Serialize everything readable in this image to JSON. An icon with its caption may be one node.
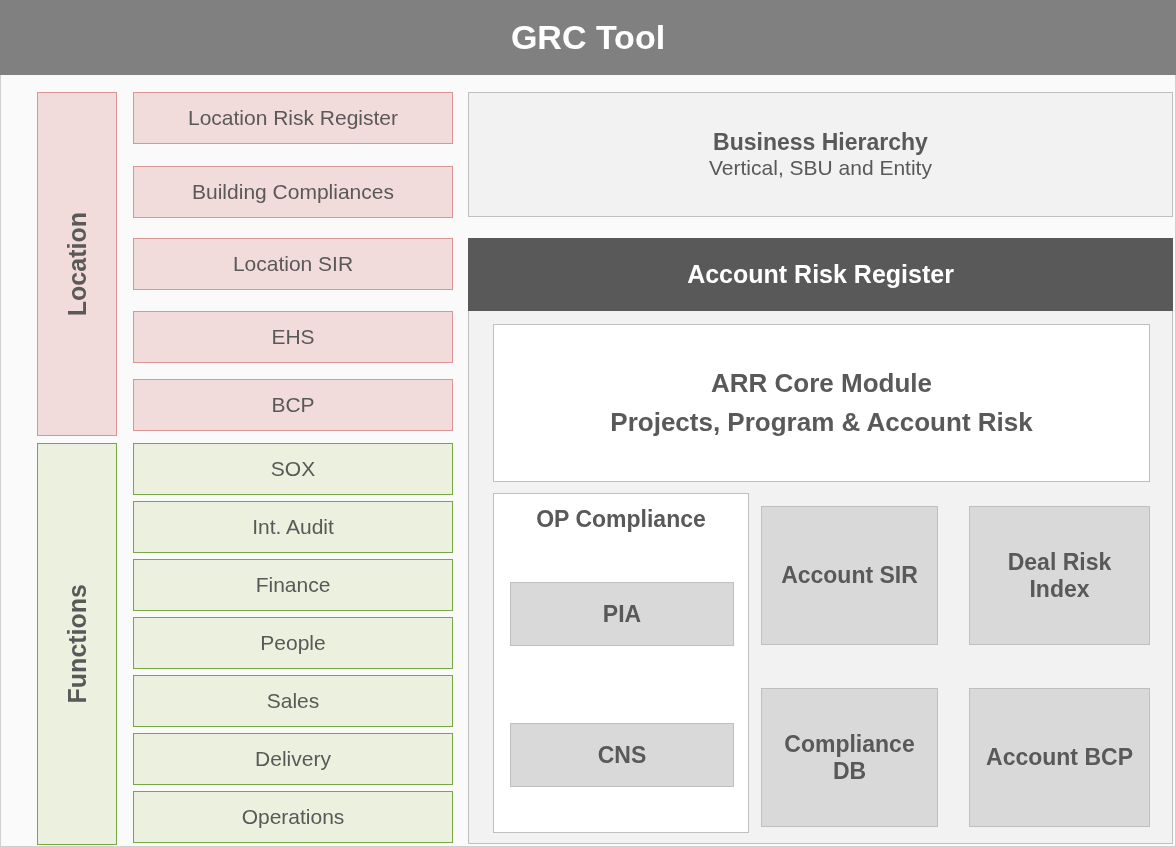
{
  "diagram": {
    "nodes": [
      {
        "text": [
          "GRC Tool"
        ]
      },
      {
        "text": [
          "Location"
        ],
        "in": 0
      },
      {
        "text": [
          "Location Risk Register"
        ],
        "in": 0
      },
      {
        "text": [
          "Building Compliances"
        ],
        "in": 0
      },
      {
        "text": [
          "Location SIR"
        ],
        "in": 0
      },
      {
        "text": [
          "EHS"
        ],
        "in": 0
      },
      {
        "text": [
          "BCP"
        ],
        "in": 0
      },
      {
        "text": [
          "Functions"
        ],
        "in": 0
      },
      {
        "text": [
          "SOX"
        ],
        "in": 0
      },
      {
        "text": [
          "Int. Audit"
        ],
        "in": 0
      },
      {
        "text": [
          "Finance"
        ],
        "in": 0
      },
      {
        "text": [
          "People"
        ],
        "in": 0
      },
      {
        "text": [
          "Sales"
        ],
        "in": 0
      },
      {
        "text": [
          "Delivery"
        ],
        "in": 0
      },
      {
        "text": [
          "Operations"
        ],
        "in": 0
      },
      {
        "text": [
          "Business Hierarchy",
          "Vertical, SBU and Entity"
        ],
        "in": 0
      },
      {
        "text": [
          "Account Risk Register"
        ],
        "in": 0
      },
      {
        "text": [
          "ARR Core Module",
          "Projects, Program & Account Risk"
        ],
        "in": 16
      },
      {
        "text": [
          "OP Compliance"
        ],
        "in": 16
      },
      {
        "text": [
          "PIA"
        ],
        "in": 18
      },
      {
        "text": [
          "CNS"
        ],
        "in": 18
      },
      {
        "text": [
          "Account SIR"
        ],
        "in": 16
      },
      {
        "text": [
          "Deal Risk Index"
        ],
        "in": 16
      },
      {
        "text": [
          "Compliance DB"
        ],
        "in": 16
      },
      {
        "text": [
          "Account BCP"
        ],
        "in": 16
      }
    ]
  }
}
